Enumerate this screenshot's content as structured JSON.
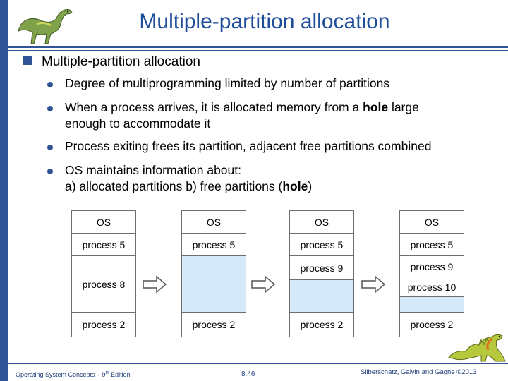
{
  "title": "Multiple-partition allocation",
  "main_bullet": "Multiple-partition allocation",
  "sub_bullets": [
    {
      "before": "Degree of multiprogramming limited by number of partitions",
      "bold": "",
      "after": ""
    },
    {
      "before": "When a process arrives, it is allocated memory from a ",
      "bold": "hole",
      "after": " large\nenough to accommodate it"
    },
    {
      "before": "Process exiting frees its partition, adjacent free partitions combined",
      "bold": "",
      "after": ""
    },
    {
      "before": "OS maintains information about:\na) allocated partitions    b) free partitions (",
      "bold": "hole",
      "after": ")"
    }
  ],
  "diagrams": [
    {
      "cells": [
        {
          "label": "OS",
          "hole": false
        },
        {
          "label": "process 5",
          "hole": false
        },
        {
          "label": "process 8",
          "hole": false
        },
        {
          "label": "process 2",
          "hole": false
        }
      ]
    },
    {
      "cells": [
        {
          "label": "OS",
          "hole": false
        },
        {
          "label": "process 5",
          "hole": false
        },
        {
          "label": "",
          "hole": true
        },
        {
          "label": "process 2",
          "hole": false
        }
      ]
    },
    {
      "cells": [
        {
          "label": "OS",
          "hole": false
        },
        {
          "label": "process 5",
          "hole": false
        },
        {
          "label": "process 9",
          "hole": false
        },
        {
          "label": "",
          "hole": true
        },
        {
          "label": "process 2",
          "hole": false
        }
      ]
    },
    {
      "cells": [
        {
          "label": "OS",
          "hole": false
        },
        {
          "label": "process 5",
          "hole": false
        },
        {
          "label": "process 9",
          "hole": false
        },
        {
          "label": "process 10",
          "hole": false
        },
        {
          "label": "",
          "hole": true
        },
        {
          "label": "process 2",
          "hole": false
        }
      ]
    }
  ],
  "footer": {
    "left_prefix": "Operating System Concepts – 9",
    "left_sup": "th",
    "left_suffix": " Edition",
    "page": "8.46",
    "right": "Silberschatz, Galvin and Gagne ©2013"
  },
  "colors": {
    "accent": "#2f5597",
    "title": "#1f4e9a",
    "hole": "#d6e9f8"
  },
  "icons": [
    "dinosaur-logo",
    "dinosaur-mascot"
  ]
}
